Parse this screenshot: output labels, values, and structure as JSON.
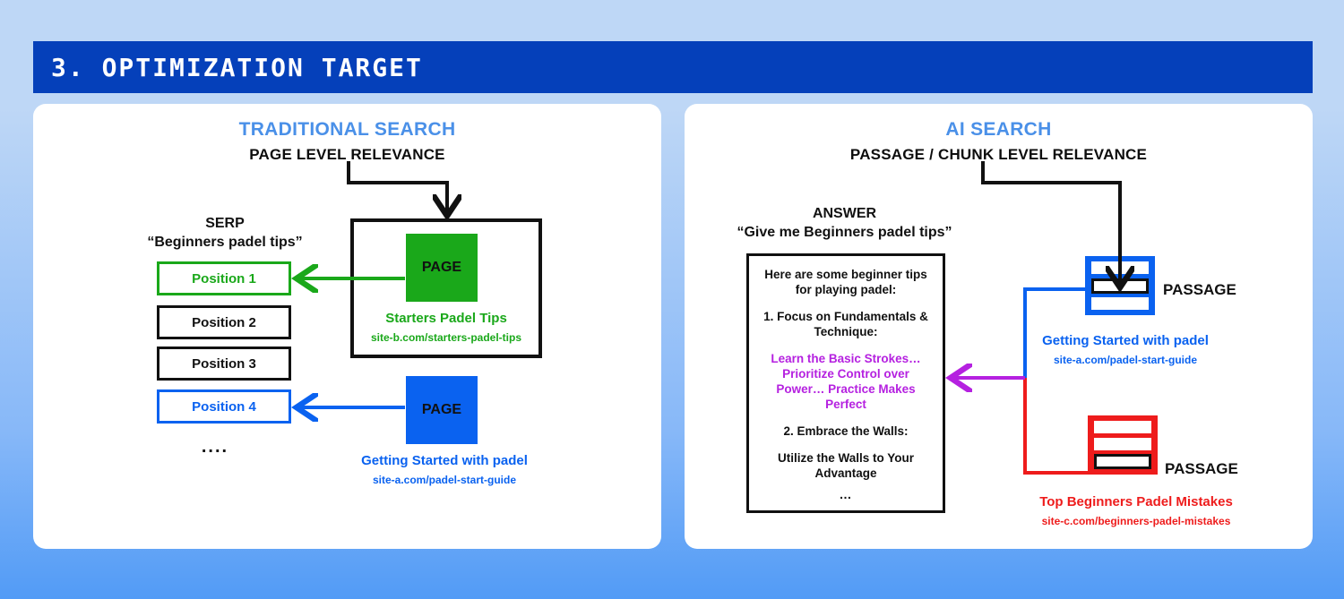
{
  "header": {
    "title": "3. OPTIMIZATION TARGET",
    "bar_color": "#0540ba"
  },
  "background": {
    "gradient_top": "#bed7f6",
    "gradient_bottom": "#529bf6"
  },
  "left_panel": {
    "heading": "TRADITIONAL SEARCH",
    "subheading": "PAGE LEVEL RELEVANCE",
    "serp": {
      "label": "SERP",
      "query": "“Beginners padel tips”",
      "positions": [
        {
          "label": "Position 1",
          "color": "#1aa81a"
        },
        {
          "label": "Position 2",
          "color": "#111111"
        },
        {
          "label": "Position 3",
          "color": "#111111"
        },
        {
          "label": "Position 4",
          "color": "#0a62f0"
        }
      ],
      "ellipsis": "...."
    },
    "pages": [
      {
        "box_label": "PAGE",
        "title": "Starters Padel Tips",
        "url": "site-b.com/starters-padel-tips",
        "color": "#1aa81a"
      },
      {
        "box_label": "PAGE",
        "title": "Getting Started with padel",
        "url": "site-a.com/padel-start-guide",
        "color": "#0a62f0"
      }
    ]
  },
  "right_panel": {
    "heading": "AI SEARCH",
    "subheading": "PASSAGE / CHUNK LEVEL RELEVANCE",
    "answer": {
      "label": "ANSWER",
      "query": "“Give me Beginners padel tips”",
      "lines": [
        {
          "text": "Here are some beginner tips",
          "style": "black"
        },
        {
          "text": "for playing padel:",
          "style": "black"
        },
        {
          "text": "",
          "style": "gap"
        },
        {
          "text": "1. Focus on Fundamentals &",
          "style": "black"
        },
        {
          "text": "Technique:",
          "style": "black"
        },
        {
          "text": "",
          "style": "gap"
        },
        {
          "text": "Learn the Basic Strokes…",
          "style": "purple"
        },
        {
          "text": "Prioritize Control over",
          "style": "purple"
        },
        {
          "text": "Power… Practice Makes",
          "style": "purple"
        },
        {
          "text": "Perfect",
          "style": "purple"
        },
        {
          "text": "",
          "style": "gap"
        },
        {
          "text": "2. Embrace the Walls:",
          "style": "black"
        },
        {
          "text": "",
          "style": "gap"
        },
        {
          "text": "Utilize the Walls to Your",
          "style": "black"
        },
        {
          "text": "Advantage",
          "style": "black"
        },
        {
          "text": "…",
          "style": "dots"
        }
      ]
    },
    "passages": [
      {
        "label": "PASSAGE",
        "title": "Getting Started with padel",
        "url": "site-a.com/padel-start-guide",
        "color": "#0a62f0",
        "selected_chunk_index": 1,
        "chunk_count": 3
      },
      {
        "label": "PASSAGE",
        "title": "Top Beginners Padel Mistakes",
        "url": "site-c.com/beginners-padel-mistakes",
        "color": "#ee1c1c",
        "selected_chunk_index": 2,
        "chunk_count": 3
      }
    ]
  },
  "connectors": {
    "arrow_black": "#111111",
    "arrow_green": "#1aa81a",
    "arrow_blue": "#0a62f0",
    "arrow_red": "#ee1c1c",
    "arrow_purple": "#b521e0"
  }
}
